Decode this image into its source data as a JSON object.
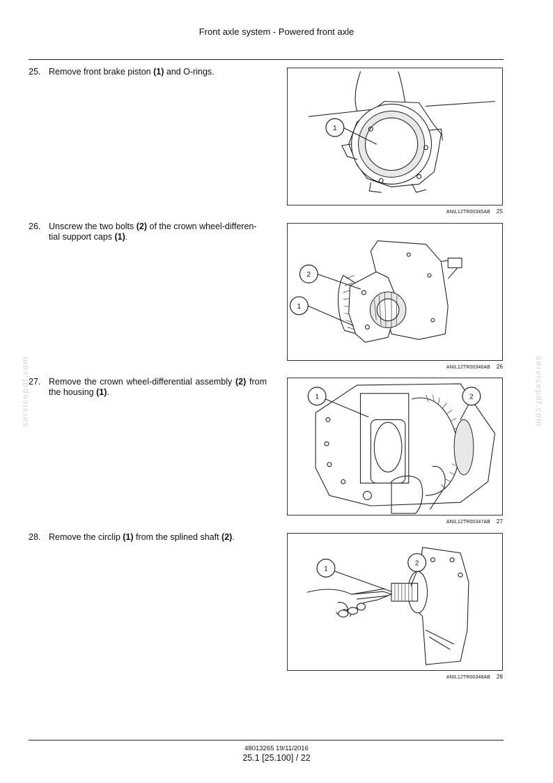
{
  "header": {
    "title": "Front axle system - Powered front axle"
  },
  "steps": [
    {
      "number": "25.",
      "text_a": "Remove front brake piston ",
      "ref_a": "(1)",
      "text_b": " and O-rings.",
      "ref_b": "",
      "text_c": ""
    },
    {
      "number": "26.",
      "text_a": "Unscrew the two bolts ",
      "ref_a": "(2)",
      "text_b": " of the crown wheel-differen-tial support caps ",
      "ref_b": "(1)",
      "text_c": "."
    },
    {
      "number": "27.",
      "text_a": "Remove the crown wheel-differential assembly ",
      "ref_a": "(2)",
      "text_b": " from the housing ",
      "ref_b": "(1)",
      "text_c": "."
    },
    {
      "number": "28.",
      "text_a": "Remove the circlip ",
      "ref_a": "(1)",
      "text_b": " from the splined shaft ",
      "ref_b": "(2)",
      "text_c": "."
    }
  ],
  "figures": [
    {
      "code": "ANIL12TR00345AB",
      "number": "25",
      "callouts": [
        "1"
      ]
    },
    {
      "code": "ANIL12TR00346AB",
      "number": "26",
      "callouts": [
        "2",
        "1"
      ]
    },
    {
      "code": "ANIL12TR00347AB",
      "number": "27",
      "callouts": [
        "1",
        "2"
      ]
    },
    {
      "code": "ANIL12TR00348AB",
      "number": "28",
      "callouts": [
        "1",
        "2"
      ]
    }
  ],
  "watermark": "servicepdf.com",
  "footer": {
    "doc_ref": "48013265 19/11/2016",
    "page": "25.1 [25.100] / 22"
  }
}
